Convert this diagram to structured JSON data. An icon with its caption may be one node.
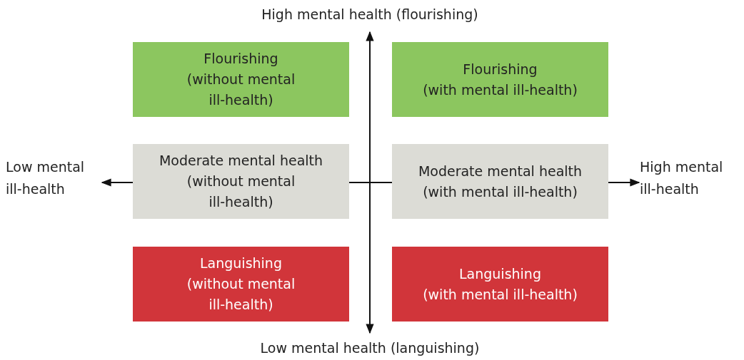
{
  "diagram": {
    "nodes": [
      {
        "text": [
          "Flourishing",
          "(without mental ill-health)"
        ]
      },
      {
        "text": [
          "Flourishing",
          "(with mental ill-health)"
        ]
      },
      {
        "text": [
          "Moderate mental health",
          "(without mental ill-health)"
        ]
      },
      {
        "text": [
          "Moderate mental health",
          "(with mental ill-health)"
        ]
      },
      {
        "text": [
          "Languishing",
          "(without mental ill-health)"
        ]
      },
      {
        "text": [
          "Languishing",
          "(with mental ill-health)"
        ]
      }
    ],
    "edges": [],
    "labels": [
      "High mental health (flourishing)",
      "Low mental ill-health",
      "High mental ill-health",
      "Low mental health (languishing)"
    ]
  }
}
